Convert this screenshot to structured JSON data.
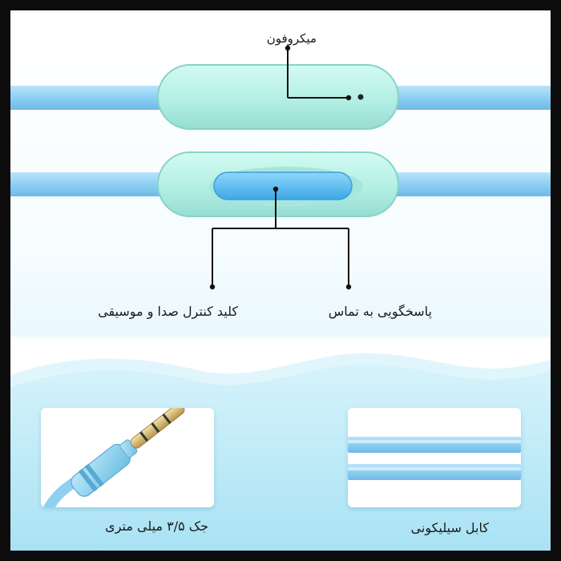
{
  "labels": {
    "microphone": "میکروفون",
    "volume_music_key": "کلید کنترل صدا و موسیقی",
    "call_answer": "پاسخگویی به تماس",
    "jack_35mm": "جک ۳/۵ میلی متری",
    "silicone_cable": "کابل سیلیکونی"
  },
  "colors": {
    "cable_blue": "#8dcff3",
    "remote_mint": "#b4efe4",
    "button_blue": "#5bbdf0",
    "wave_blue": "#c5ecf8",
    "frame_black": "#0c0c0c"
  }
}
